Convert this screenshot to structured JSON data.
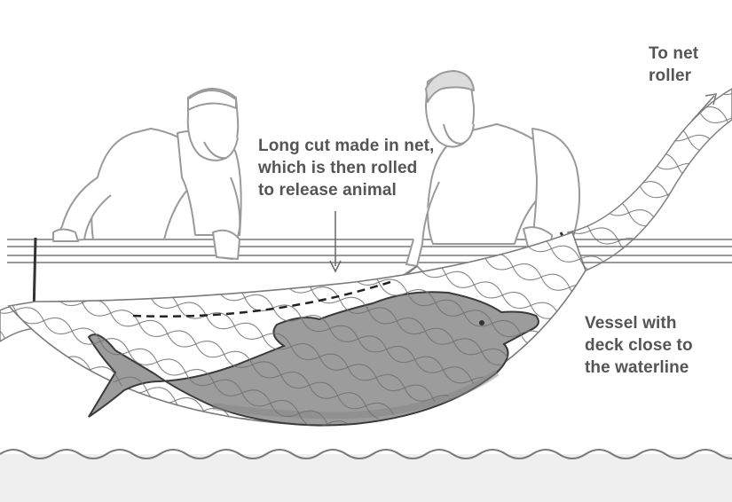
{
  "labels": {
    "cut": {
      "lines": [
        "Long cut made in net,",
        "which is then rolled",
        "to release animal"
      ]
    },
    "roller": {
      "lines": [
        "To net",
        "roller"
      ]
    },
    "vessel": {
      "lines": [
        "Vessel with",
        "deck close to",
        "the waterline"
      ]
    }
  },
  "colors": {
    "outline": "#8a8a8a",
    "dolphin_fill": "#9c9c9c",
    "dolphin_shadow": "#8a8a8a",
    "water": "#efefef",
    "text": "#555555",
    "net": "#6f6f6f"
  }
}
